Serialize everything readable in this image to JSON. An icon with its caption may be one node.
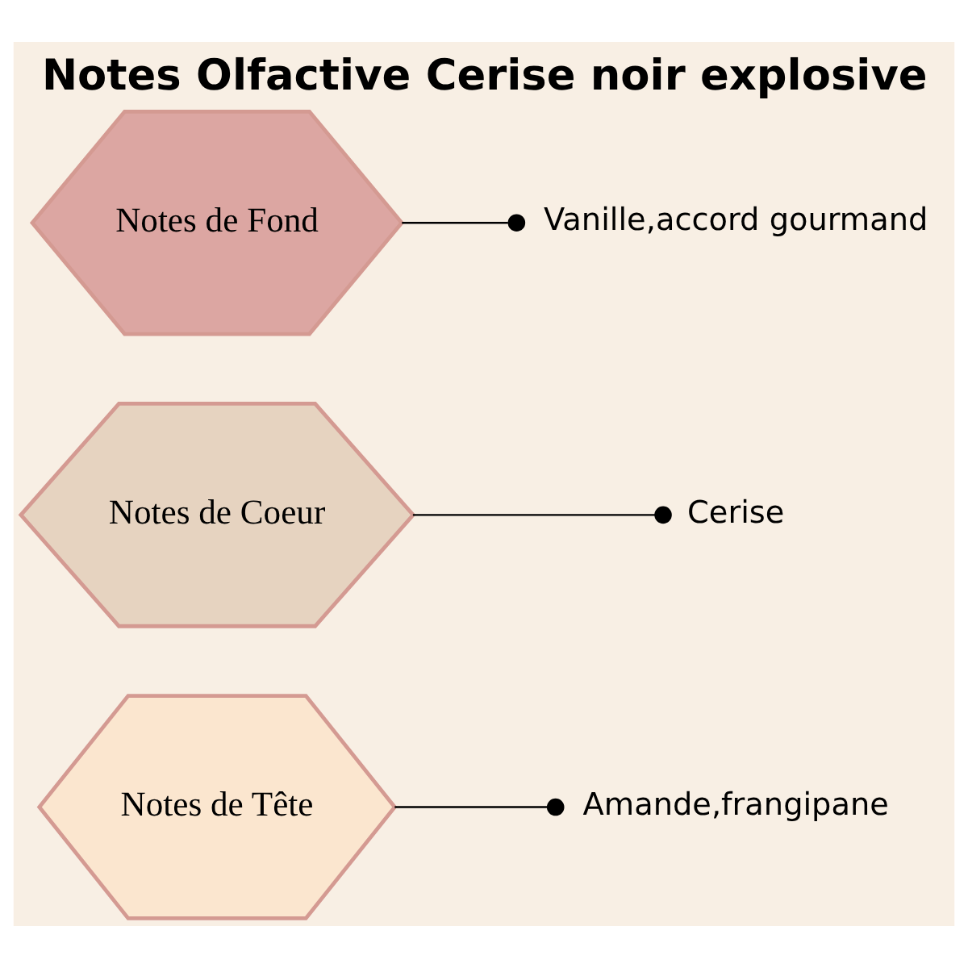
{
  "diagram": {
    "title": "Notes Olfactive Cerise noir explosive",
    "nodes": [
      {
        "text": [
          "Notes de Tête"
        ]
      },
      {
        "text": [
          "Notes de Coeur"
        ]
      },
      {
        "text": [
          "Notes de Fond"
        ]
      },
      {
        "text": [
          "Amande,frangipane"
        ]
      },
      {
        "text": [
          "Cerise"
        ]
      },
      {
        "text": [
          "Vanille,accord gourmand"
        ]
      }
    ],
    "edges": [
      {
        "from": 0,
        "to": 3,
        "arrow": "other"
      },
      {
        "from": 1,
        "to": 4,
        "arrow": "other"
      },
      {
        "from": 2,
        "to": 5,
        "arrow": "other"
      }
    ]
  }
}
